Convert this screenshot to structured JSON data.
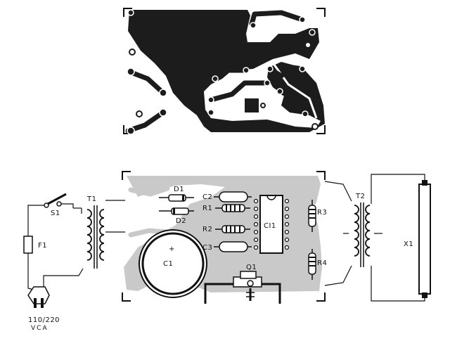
{
  "colors": {
    "ink": "#111111",
    "copper": "#1c1c1c",
    "silkscreen": "#c9c9c9",
    "paper": "#ffffff"
  },
  "labels": {
    "D1": "D1",
    "D2": "D2",
    "C2": "C2",
    "R1": "R1",
    "R2": "R2",
    "C3": "C3",
    "CI1": "CI1",
    "R3": "R3",
    "R4": "R4",
    "C1": "C1",
    "Q1": "Q1",
    "T1": "T1",
    "T2": "T2",
    "S1": "S1",
    "F1": "F1",
    "X1": "X1"
  },
  "plug_caption": {
    "line1": "110/220",
    "line2": "VCA"
  }
}
